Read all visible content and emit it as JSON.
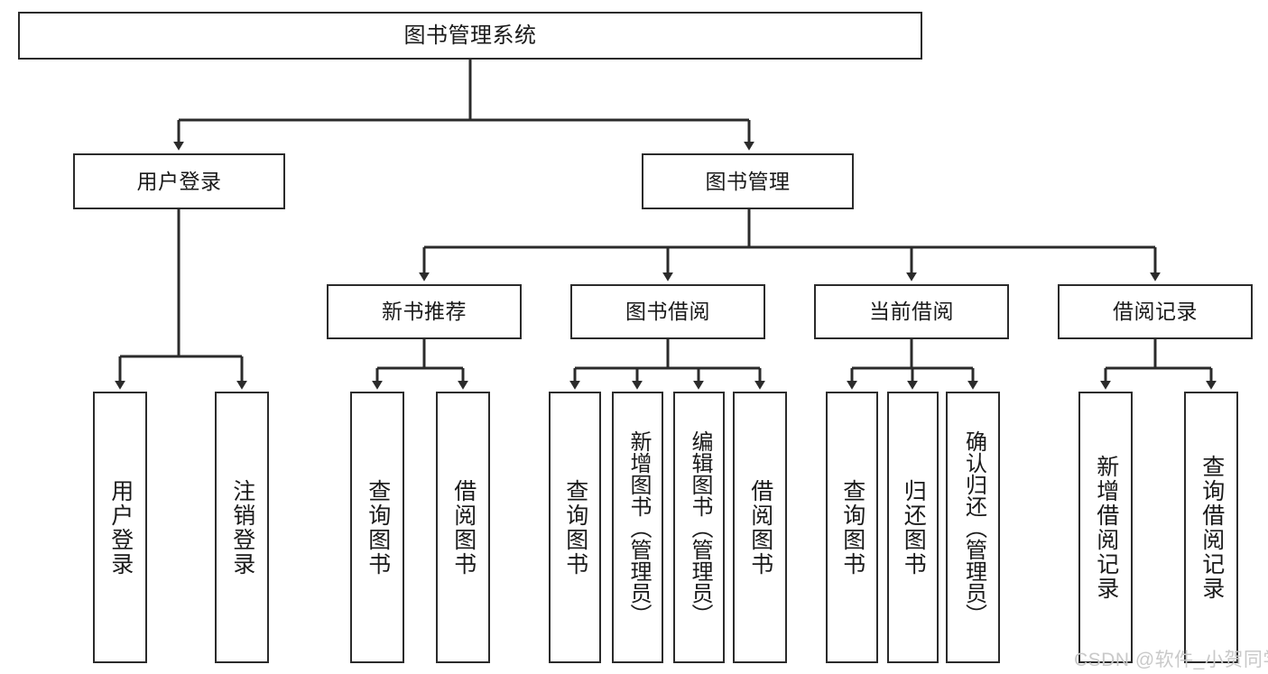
{
  "diagram": {
    "type": "tree-hierarchy-chart",
    "title": "图书管理系统",
    "line_color": "#2b2b2b",
    "box_fill": "#ffffff",
    "text_color": "#1a1a1a",
    "levels": {
      "root": {
        "label": "图书管理系统"
      },
      "level2": [
        {
          "id": "user-login",
          "label": "用户登录"
        },
        {
          "id": "book-management",
          "label": "图书管理"
        }
      ],
      "level3": [
        {
          "id": "new-book-recommend",
          "label": "新书推荐"
        },
        {
          "id": "book-borrow",
          "label": "图书借阅"
        },
        {
          "id": "current-borrow",
          "label": "当前借阅"
        },
        {
          "id": "borrow-record",
          "label": "借阅记录"
        }
      ],
      "leaves": {
        "user_login": [
          {
            "id": "leaf-user-login",
            "label": "用户登录"
          },
          {
            "id": "leaf-logout-login",
            "label": "注销登录"
          }
        ],
        "new_book_recommend": [
          {
            "id": "leaf-query-book-1",
            "label": "查询图书"
          },
          {
            "id": "leaf-borrow-book-1",
            "label": "借阅图书"
          }
        ],
        "book_borrow": [
          {
            "id": "leaf-query-book-2",
            "label": "查询图书"
          },
          {
            "id": "leaf-add-book",
            "label": "新增图书（管理员）"
          },
          {
            "id": "leaf-edit-book",
            "label": "编辑图书（管理员）"
          },
          {
            "id": "leaf-borrow-book-2",
            "label": "借阅图书"
          }
        ],
        "current_borrow": [
          {
            "id": "leaf-query-book-3",
            "label": "查询图书"
          },
          {
            "id": "leaf-return-book",
            "label": "归还图书"
          },
          {
            "id": "leaf-confirm-return",
            "label": "确认归还（管理员）"
          }
        ],
        "borrow_record": [
          {
            "id": "leaf-add-record",
            "label": "新增借阅记录"
          },
          {
            "id": "leaf-query-record",
            "label": "查询借阅记录"
          }
        ]
      }
    }
  },
  "watermark": {
    "text": "CSDN @软件_小贺同学",
    "color": "#c9c9c9"
  }
}
